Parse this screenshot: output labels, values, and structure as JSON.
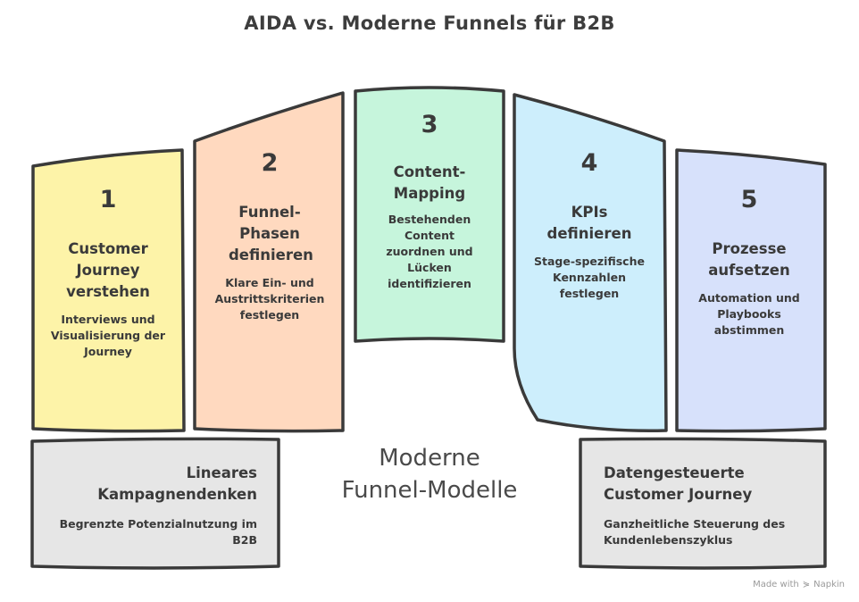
{
  "title": "AIDA vs. Moderne Funnels für B2B",
  "center_label": "Moderne\nFunnel-Modelle",
  "steps": [
    {
      "number": "1",
      "heading": "Customer Journey verstehen",
      "description": "Interviews und Visualisierung der Journey",
      "color": "#fdf3a8"
    },
    {
      "number": "2",
      "heading": "Funnel-Phasen definieren",
      "description": "Klare Ein- und Austrittskriterien festlegen",
      "color": "#ffd9bf"
    },
    {
      "number": "3",
      "heading": "Content-Mapping",
      "description": "Bestehenden Content zuordnen und Lücken identifizieren",
      "color": "#c6f5dc"
    },
    {
      "number": "4",
      "heading": "KPIs definieren",
      "description": "Stage-spezifische Kennzahlen festlegen",
      "color": "#cdeefc"
    },
    {
      "number": "5",
      "heading": "Prozesse aufsetzen",
      "description": "Automation und Playbooks abstimmen",
      "color": "#d7e1fb"
    }
  ],
  "bases": {
    "left": {
      "heading": "Lineares Kampagnendenken",
      "description": "Begrenzte Potenzialnutzung im B2B",
      "color": "#e6e6e6"
    },
    "right": {
      "heading": "Datengesteuerte Customer Journey",
      "description": "Ganzheitliche Steuerung des Kundenlebenszyklus",
      "color": "#e6e6e6"
    }
  },
  "footer": {
    "made_with": "Made with",
    "brand": "Napkin"
  }
}
